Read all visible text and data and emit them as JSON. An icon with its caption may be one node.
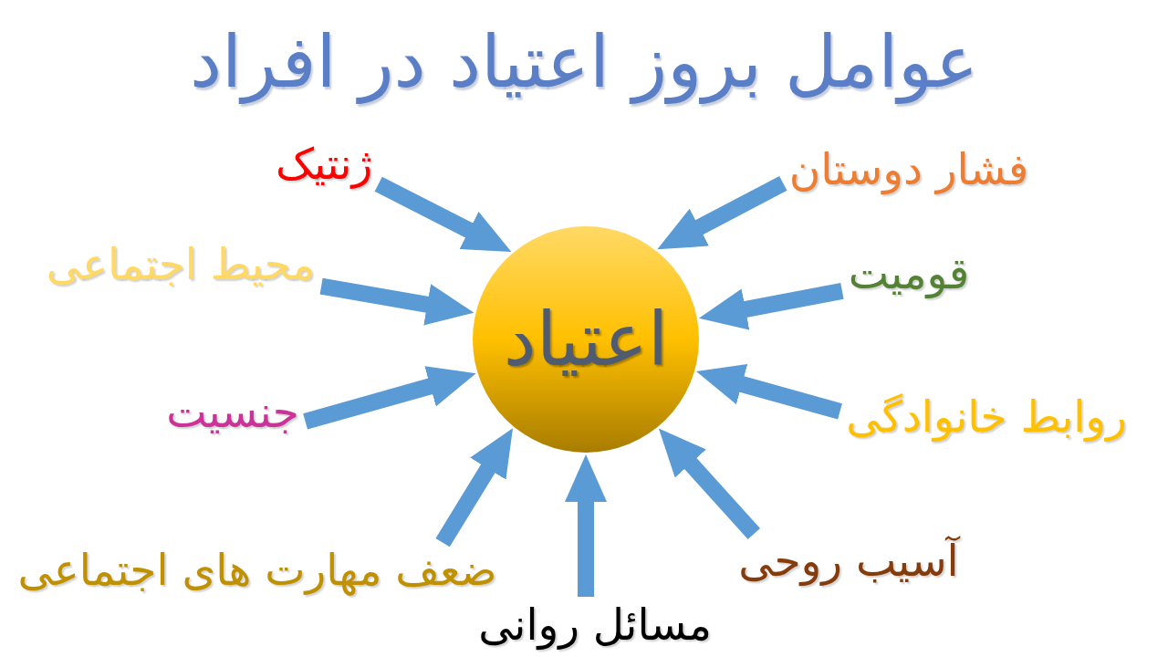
{
  "diagram": {
    "title": "عوامل بروز اعتیاد در افراد",
    "nodes": [
      {
        "text": [
          "ژنتیک"
        ]
      },
      {
        "text": [
          "فشار دوستان"
        ]
      },
      {
        "text": [
          "محیط اجتماعی"
        ]
      },
      {
        "text": [
          "قومیت"
        ]
      },
      {
        "text": [
          "اعتیاد"
        ]
      },
      {
        "text": [
          "جنسیت"
        ]
      },
      {
        "text": [
          "روابط خانوادگی"
        ]
      },
      {
        "text": [
          "ضعف مهارت های اجتماعی"
        ]
      },
      {
        "text": [
          "آسیب روحی"
        ]
      },
      {
        "text": [
          "مسائل روانی"
        ]
      }
    ],
    "edges": [
      {
        "from": 0,
        "to": 4,
        "arrow": "to"
      },
      {
        "from": 1,
        "to": 4,
        "arrow": "to"
      },
      {
        "from": 2,
        "to": 4,
        "arrow": "to"
      },
      {
        "from": 3,
        "to": 4,
        "arrow": "to"
      },
      {
        "from": 5,
        "to": 4,
        "arrow": "to"
      },
      {
        "from": 6,
        "to": 4,
        "arrow": "to"
      },
      {
        "from": 7,
        "to": 4,
        "arrow": "to"
      },
      {
        "from": 8,
        "to": 4,
        "arrow": "to"
      },
      {
        "from": 9,
        "to": 4,
        "arrow": "to"
      }
    ]
  }
}
